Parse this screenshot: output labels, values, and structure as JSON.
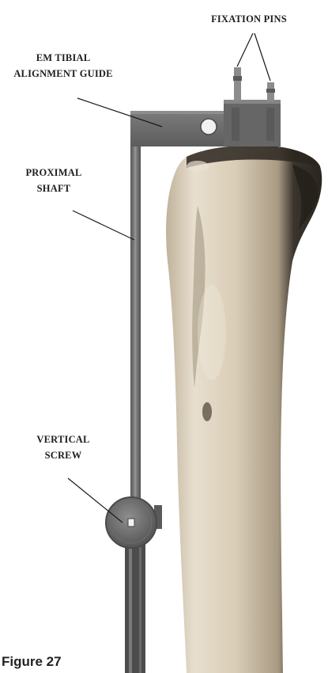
{
  "labels": {
    "fixation_pins": "FIXATION PINS",
    "tibial_guide_line1": "EM TIBIAL",
    "tibial_guide_line2": "ALIGNMENT GUIDE",
    "proximal_shaft_line1": "PROXIMAL",
    "proximal_shaft_line2": "SHAFT",
    "vertical_screw_line1": "VERTICAL",
    "vertical_screw_line2": "SCREW"
  },
  "caption": "Figure 27",
  "colors": {
    "bone_light": "#e6dccb",
    "bone_mid": "#c9bca4",
    "bone_shadow": "#2c2822",
    "metal": "#6f6f6f",
    "metal_dark": "#4a4a4a",
    "label_text": "#1e1e1e"
  }
}
